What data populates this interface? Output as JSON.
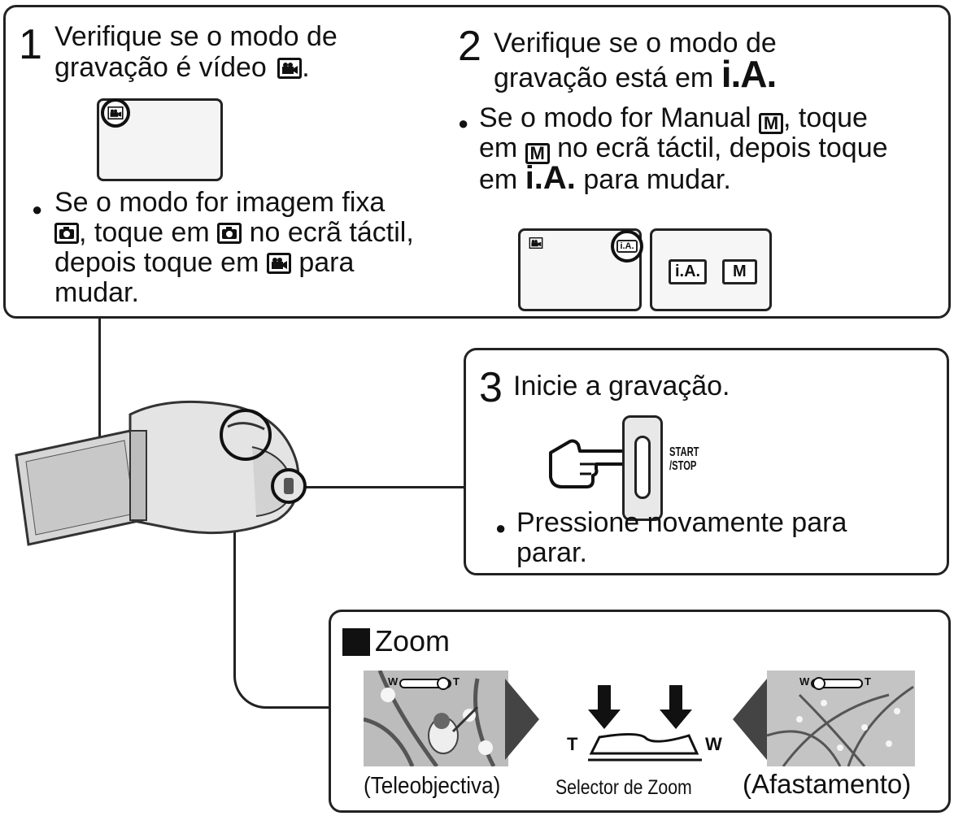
{
  "step1": {
    "number": "1",
    "title_line1": "Verifique se o modo de",
    "title_line2": "gravação é vídeo",
    "title_end": ".",
    "bullet_line1": "Se o modo for imagem fixa",
    "bullet_line2": ", toque em",
    "bullet_line2b": "no ecrã táctil,",
    "bullet_line3": "depois toque em",
    "bullet_line3b": "para",
    "bullet_line4": "mudar."
  },
  "step2": {
    "number": "2",
    "title_line1": "Verifique se o modo de",
    "title_line2": "gravação está em",
    "ia_label": "i.A.",
    "bullet_line1": "Se o modo for Manual",
    "bullet_line1b": ", toque",
    "bullet_line2": "em",
    "bullet_line2b": "no ecrã táctil, depois toque",
    "bullet_line3": "em",
    "bullet_line3b": "para mudar.",
    "manual_label": "M",
    "screen_ia": "i.A.",
    "button_ia": "i.A.",
    "button_m": "M"
  },
  "step3": {
    "number": "3",
    "title": "Inicie a gravação.",
    "button_label_line1": "START",
    "button_label_line2": "/STOP",
    "bullet_line1": "Pressione novamente para",
    "bullet_line2": "parar."
  },
  "zoom": {
    "title": "Zoom",
    "caption_left": "(Teleobjectiva)",
    "caption_center": "Selector de Zoom",
    "caption_right": "(Afastamento)",
    "lever_t": "T",
    "lever_w": "W",
    "slider_w": "W",
    "slider_t": "T"
  }
}
